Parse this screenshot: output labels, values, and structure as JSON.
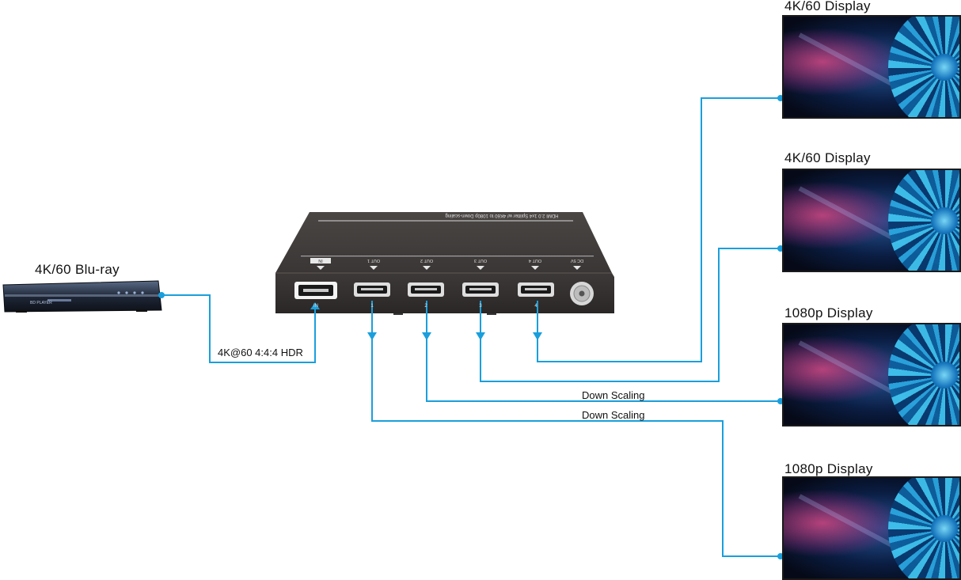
{
  "source": {
    "label": "4K/60 Blu-ray",
    "player_text": "BD PLAYER"
  },
  "input_signal_label": "4K@60 4:4:4 HDR",
  "device": {
    "top_text": "HDMI 2.0 1x4 Splitter w/ 4K60 to 1080p Down-scaling",
    "port_labels": [
      "IN",
      "OUT 1",
      "OUT 2",
      "OUT 3",
      "OUT 4",
      "DC 5V"
    ],
    "port_numbers": [
      "IN",
      "1",
      "2",
      "3",
      "4"
    ]
  },
  "displays": [
    {
      "label": "4K/60 Display"
    },
    {
      "label": "4K/60 Display"
    },
    {
      "label": "1080p Display"
    },
    {
      "label": "1080p Display"
    }
  ],
  "scaling_labels": [
    "Down Scaling",
    "Down Scaling"
  ],
  "colors": {
    "cable": "#1a9fdc",
    "device": "#3a3736",
    "device_front": "#2f2c2b"
  }
}
